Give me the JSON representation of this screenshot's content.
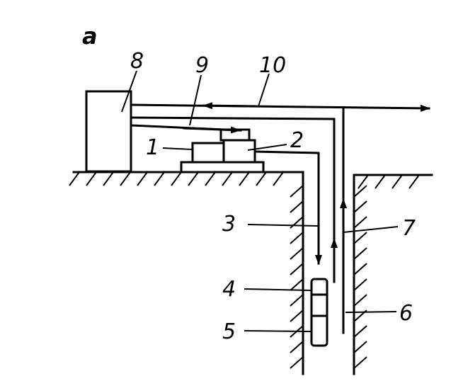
{
  "figure": {
    "panel_letter": "a",
    "labels": {
      "l1": "1",
      "l2": "2",
      "l3": "3",
      "l4": "4",
      "l5": "5",
      "l6": "6",
      "l7": "7",
      "l8": "8",
      "l9": "9",
      "l10": "10"
    }
  }
}
